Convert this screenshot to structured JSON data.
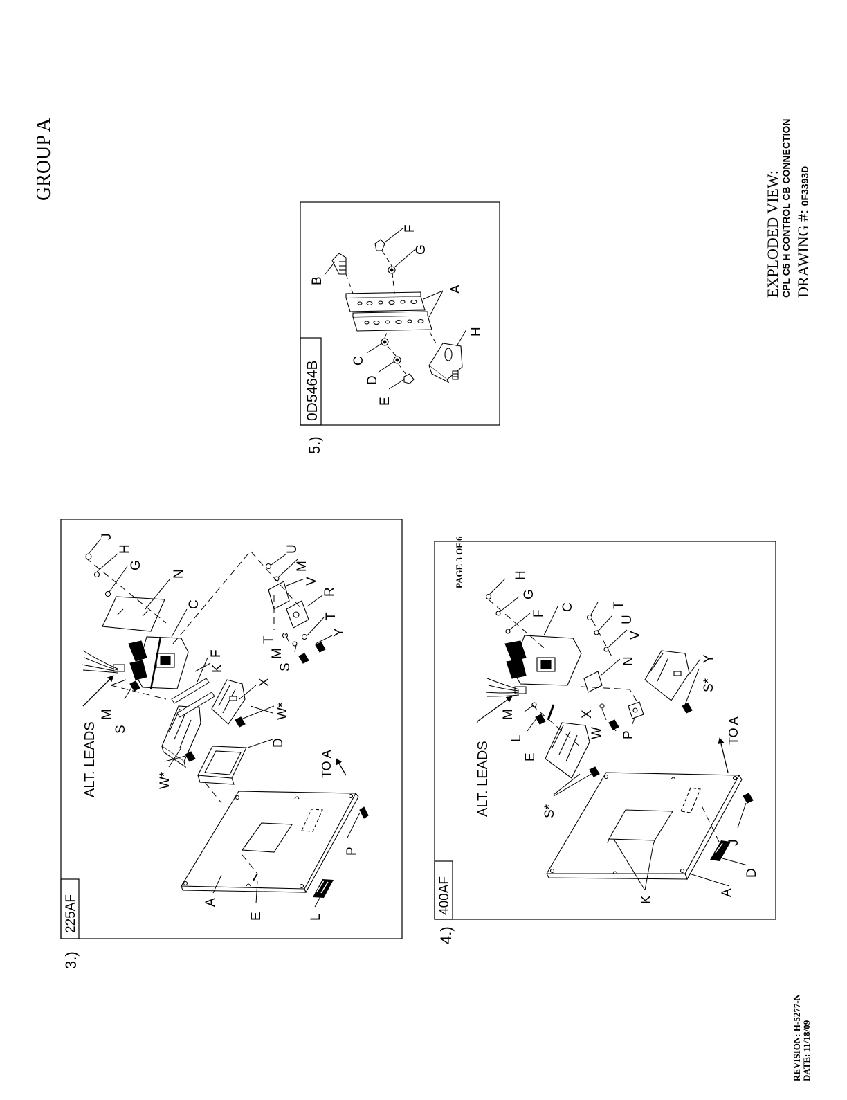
{
  "group_title": "GROUP A",
  "title_block": {
    "line1": "EXPLODED VIEW:",
    "line2": "CPL C5 H CONTROL  CB CONNECTION",
    "drawing_label": "DRAWING #: ",
    "drawing_number": "0F3393D"
  },
  "page_number": "PAGE 3 OF 6",
  "revision": {
    "revision": "REVISION: H-5277-N",
    "date": "DATE: 11/18/09"
  },
  "panels": {
    "p3": {
      "index": "3.)",
      "tag": "225AF",
      "alt_leads": "ALT. LEADS",
      "to_a": "TO A",
      "callouts": {
        "A": "A",
        "B": "",
        "C": "C",
        "D": "D",
        "E": "E",
        "F": "F",
        "G": "G",
        "H": "H",
        "J": "J",
        "K": "K",
        "L": "L",
        "M1": "M",
        "M2": "M",
        "M3": "M",
        "N": "N",
        "P": "P",
        "R": "R",
        "S1": "S",
        "S2": "S",
        "T1": "T",
        "T2": "T",
        "U": "U",
        "V": "V",
        "W1": "W*",
        "W2": "W*",
        "X": "X",
        "Y": "Y"
      }
    },
    "p4": {
      "index": "4.)",
      "tag": "400AF",
      "alt_leads": "ALT. LEADS",
      "to_a": "TO A",
      "callouts": {
        "A": "A",
        "C": "C",
        "D": "D",
        "E": "E",
        "F": "F",
        "G": "G",
        "H": "H",
        "J": "J",
        "K": "K",
        "L": "L",
        "M": "M",
        "N": "N",
        "P": "P",
        "S1": "S*",
        "S2": "S*",
        "T": "T",
        "U": "U",
        "V": "V",
        "W": "W",
        "X": "X",
        "Y": "Y"
      }
    },
    "p5": {
      "index": "5.)",
      "tag": "0D5464B",
      "callouts": {
        "A": "A",
        "B": "B",
        "C": "C",
        "D": "D",
        "E": "E",
        "F": "F",
        "G": "G",
        "H": "H"
      }
    }
  }
}
